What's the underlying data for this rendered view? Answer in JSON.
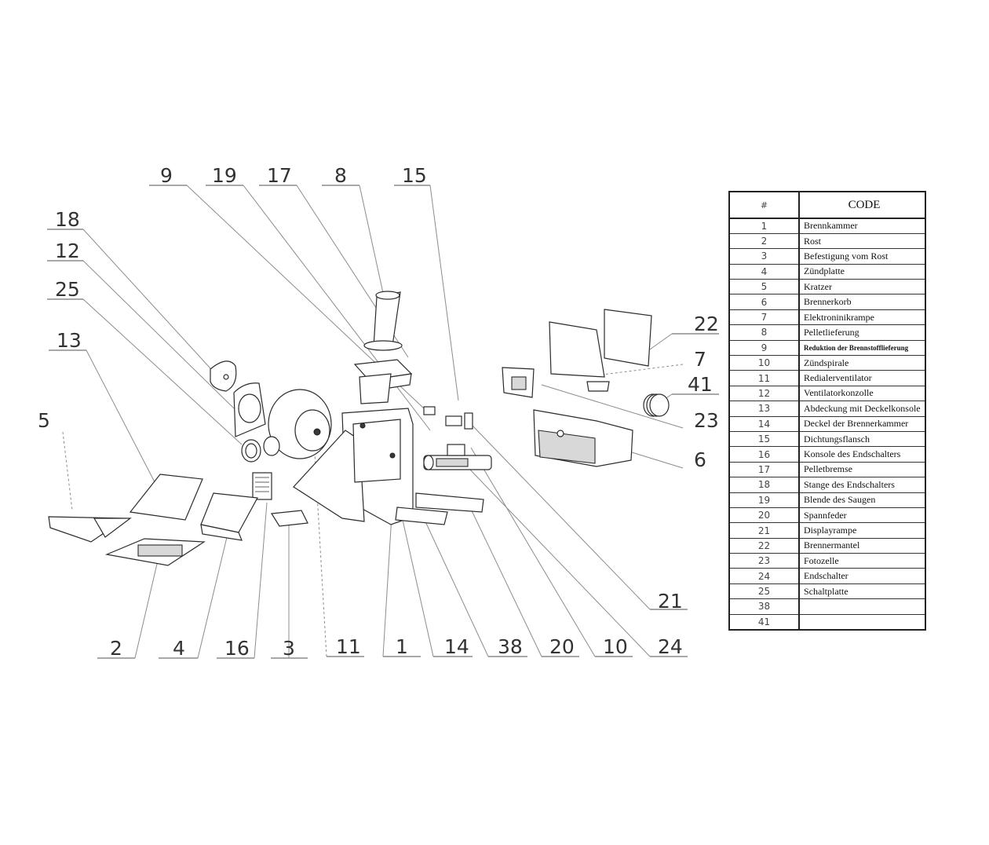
{
  "callouts": {
    "c9": "9",
    "c19": "19",
    "c17": "17",
    "c8": "8",
    "c15": "15",
    "c18": "18",
    "c12": "12",
    "c25": "25",
    "c13": "13",
    "c5": "5",
    "c22": "22",
    "c7": "7",
    "c41": "41",
    "c23": "23",
    "c6": "6",
    "c21": "21",
    "c2": "2",
    "c4": "4",
    "c16": "16",
    "c3": "3",
    "c11": "11",
    "c1": "1",
    "c14": "14",
    "c38": "38",
    "c20": "20",
    "c10": "10",
    "c24": "24"
  },
  "table": {
    "header_num": "#",
    "header_code": "CODE",
    "rows": [
      {
        "num": "1",
        "code": "Brennkammer"
      },
      {
        "num": "2",
        "code": "Rost"
      },
      {
        "num": "3",
        "code": "Befestigung vom Rost"
      },
      {
        "num": "4",
        "code": "Zündplatte"
      },
      {
        "num": "5",
        "code": "Kratzer"
      },
      {
        "num": "6",
        "code": "Brennerkorb"
      },
      {
        "num": "7",
        "code": "Elektroninikrampe"
      },
      {
        "num": "8",
        "code": "Pelletlieferung"
      },
      {
        "num": "9",
        "code": "Reduktion der Brennstofflieferung"
      },
      {
        "num": "10",
        "code": "Zündspirale"
      },
      {
        "num": "11",
        "code": "Redialerventilator"
      },
      {
        "num": "12",
        "code": "Ventilatorkonzolle"
      },
      {
        "num": "13",
        "code": "Abdeckung mit Deckelkonsole"
      },
      {
        "num": "14",
        "code": "Deckel der Brennerkammer"
      },
      {
        "num": "15",
        "code": "Dichtungsflansch"
      },
      {
        "num": "16",
        "code": "Konsole des Endschalters"
      },
      {
        "num": "17",
        "code": "Pelletbremse"
      },
      {
        "num": "18",
        "code": "Stange des Endschalters"
      },
      {
        "num": "19",
        "code": "Blende des Saugen"
      },
      {
        "num": "20",
        "code": "Spannfeder"
      },
      {
        "num": "21",
        "code": "Displayrampe"
      },
      {
        "num": "22",
        "code": "Brennermantel"
      },
      {
        "num": "23",
        "code": "Fotozelle"
      },
      {
        "num": "24",
        "code": "Endschalter"
      },
      {
        "num": "25",
        "code": "Schaltplatte"
      },
      {
        "num": "38",
        "code": ""
      },
      {
        "num": "41",
        "code": ""
      }
    ]
  }
}
